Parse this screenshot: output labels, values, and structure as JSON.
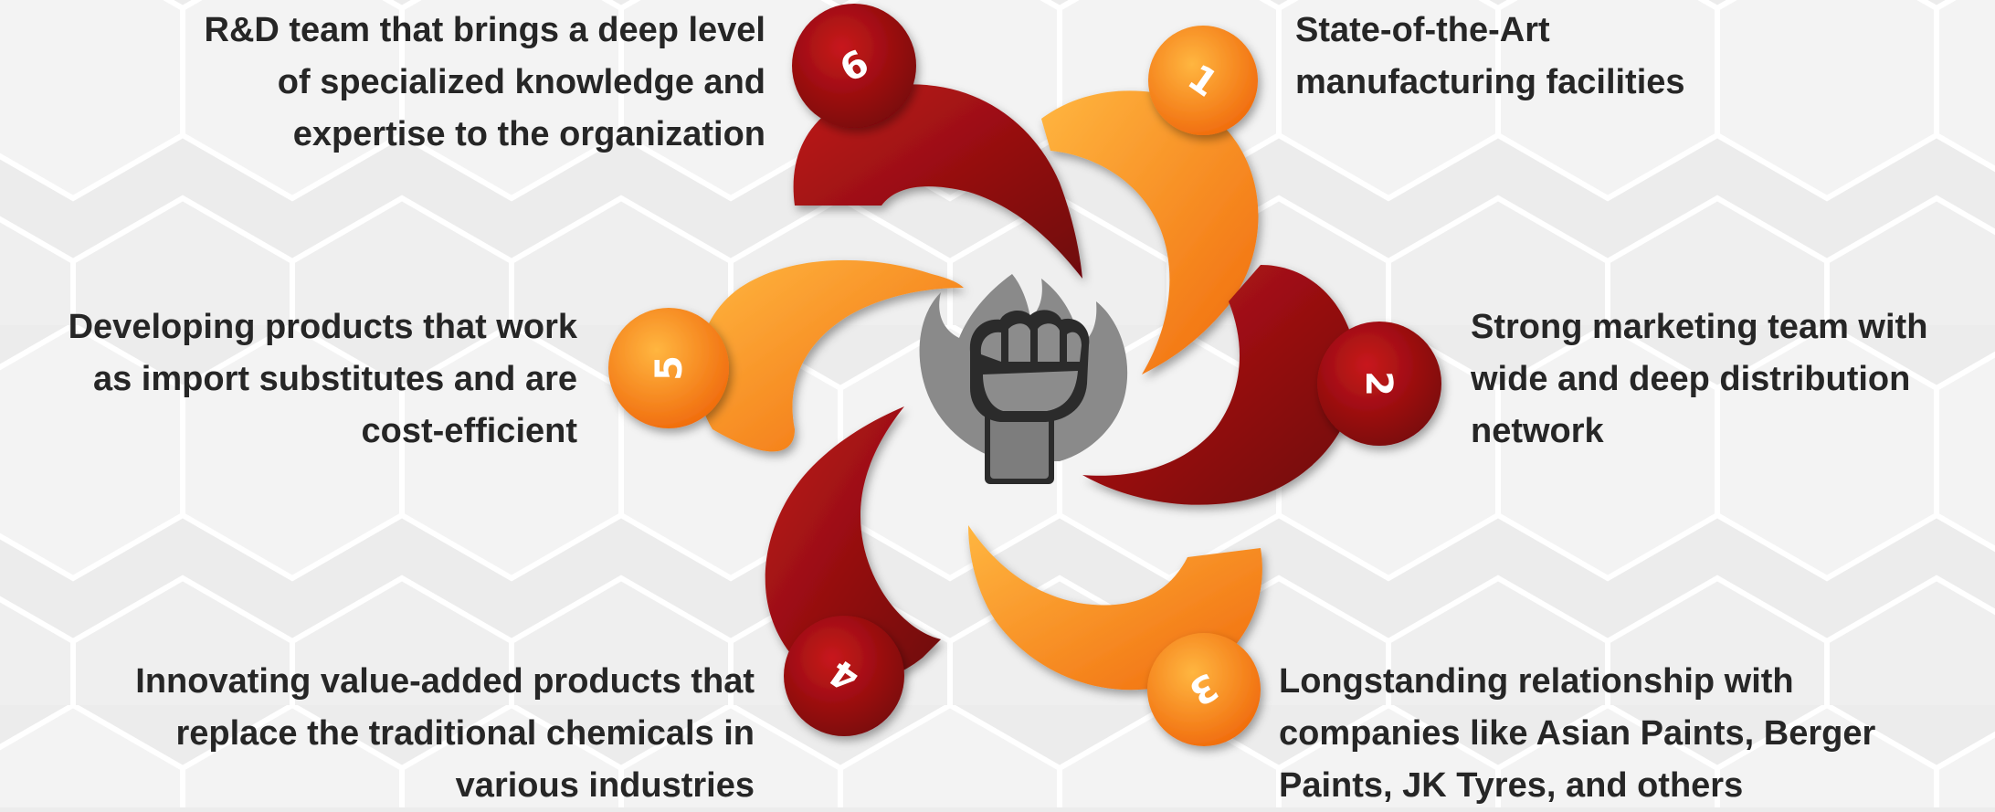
{
  "items": [
    {
      "number": "1",
      "text": "State-of-the-Art\nmanufacturing facilities"
    },
    {
      "number": "2",
      "text": "Strong marketing team with\nwide and deep distribution\nnetwork"
    },
    {
      "number": "3",
      "text": "Longstanding relationship with\ncompanies like Asian Paints, Berger\nPaints, JK Tyres, and others"
    },
    {
      "number": "4",
      "text": "Innovating value-added products that\nreplace the traditional chemicals in\nvarious industries"
    },
    {
      "number": "5",
      "text": "Developing products that work\nas import substitutes and are\ncost-efficient"
    },
    {
      "number": "6",
      "text": "R&D team that brings a deep level\nof specialized knowledge and\nexpertise to the organization"
    }
  ],
  "center_icon": "raised-fist-flame-icon",
  "colors": {
    "orange": "#f7941d",
    "dark_red": "#a01010",
    "text": "#262626",
    "icon": "#7a7a7a"
  }
}
